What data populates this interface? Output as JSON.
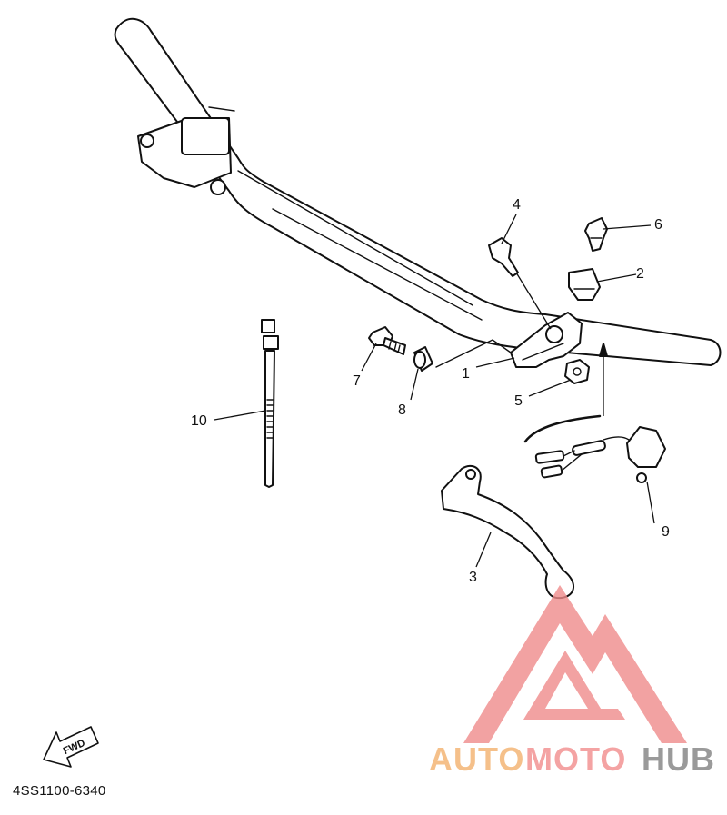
{
  "diagram_code": "4SS1100-6340",
  "fwd_label": "FWD",
  "callouts": [
    {
      "id": "1",
      "text": "1"
    },
    {
      "id": "2",
      "text": "2"
    },
    {
      "id": "3",
      "text": "3"
    },
    {
      "id": "4",
      "text": "4"
    },
    {
      "id": "5",
      "text": "5"
    },
    {
      "id": "6",
      "text": "6"
    },
    {
      "id": "7",
      "text": "7"
    },
    {
      "id": "8",
      "text": "8"
    },
    {
      "id": "9",
      "text": "9"
    },
    {
      "id": "10",
      "text": "10"
    }
  ],
  "watermark": {
    "word_1": "AUTO",
    "word_2": "MOTO",
    "word_3": "HUB",
    "color_1": "#f5c08a",
    "color_2": "#f4a3a3",
    "color_3": "#9a9a9a",
    "logo_color": "#f08b8b"
  }
}
